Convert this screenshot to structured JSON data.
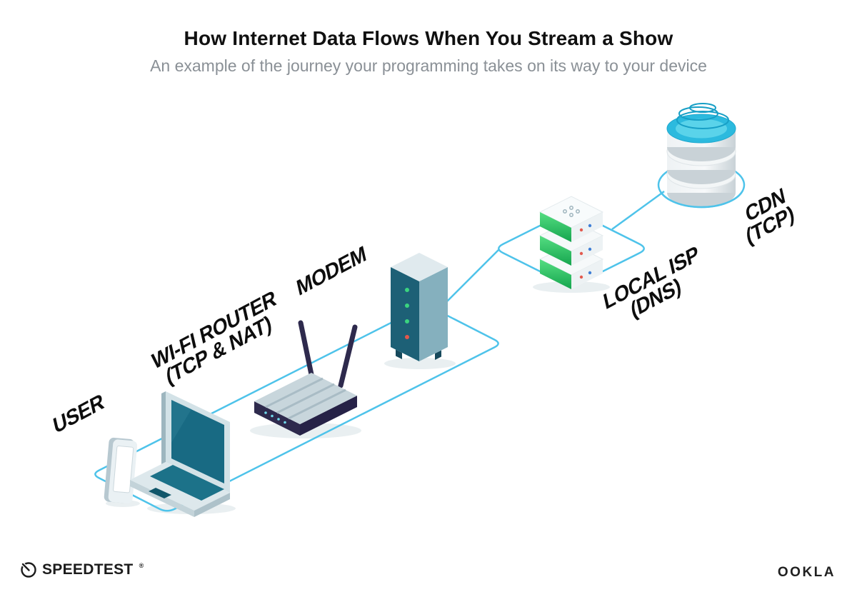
{
  "header": {
    "title": "How Internet Data Flows When You Stream a Show",
    "subtitle": "An example of the journey your programming takes on its way to your device"
  },
  "nodes": {
    "user": {
      "label": "USER"
    },
    "router": {
      "label": "WI-FI ROUTER",
      "sublabel": "(TCP & NAT)"
    },
    "modem": {
      "label": "MODEM"
    },
    "isp": {
      "label": "LOCAL ISP",
      "sublabel": "(DNS)"
    },
    "cdn": {
      "label": "CDN",
      "sublabel": "(TCP)"
    }
  },
  "footer": {
    "speedtest": "SPEEDTEST",
    "speedtest_mark": "®",
    "ookla": "OOKLA"
  },
  "colors": {
    "connector": "#4ec3ea",
    "device_teal": "#1d6076",
    "server_green": "#2ecb6e",
    "cdn_cyan": "#2cbade",
    "router_navy": "#2e2a4d",
    "title_text": "#101010",
    "subtitle_text": "#8a9096"
  }
}
